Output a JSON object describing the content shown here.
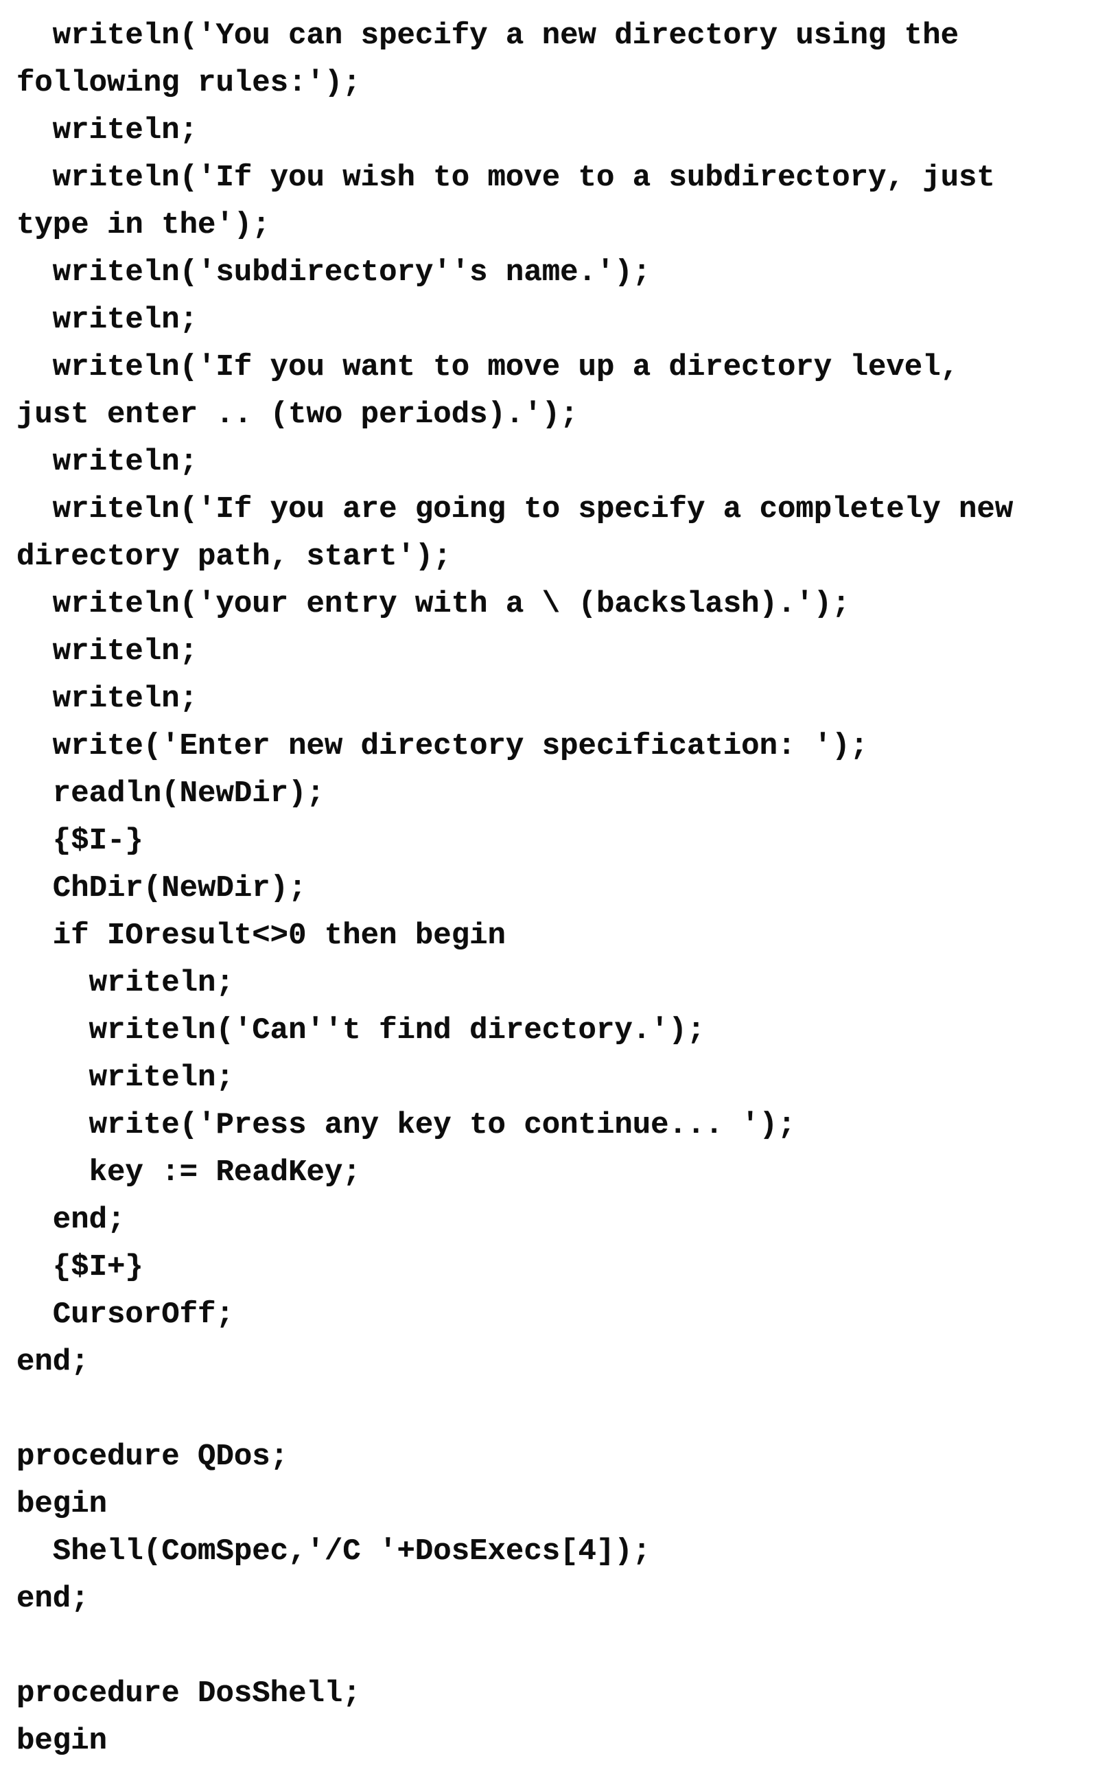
{
  "page": {
    "kind": "scanned-code-listing",
    "background_color": "#ffffff",
    "text_color": "#0d0d0d",
    "language": "pascal"
  },
  "code": {
    "lines": [
      "  writeln('You can specify a new directory using the",
      "following rules:');",
      "  writeln;",
      "  writeln('If you wish to move to a subdirectory, just",
      "type in the');",
      "  writeln('subdirectory''s name.');",
      "  writeln;",
      "  writeln('If you want to move up a directory level,",
      "just enter .. (two periods).');",
      "  writeln;",
      "  writeln('If you are going to specify a completely new",
      "directory path, start');",
      "  writeln('your entry with a \\ (backslash).');",
      "  writeln;",
      "  writeln;",
      "  write('Enter new directory specification: ');",
      "  readln(NewDir);",
      "  {$I-}",
      "  ChDir(NewDir);",
      "  if IOresult<>0 then begin",
      "    writeln;",
      "    writeln('Can''t find directory.');",
      "    writeln;",
      "    write('Press any key to continue... ');",
      "    key := ReadKey;",
      "  end;",
      "  {$I+}",
      "  CursorOff;",
      "end;",
      "",
      "procedure QDos;",
      "begin",
      "  Shell(ComSpec,'/C '+DosExecs[4]);",
      "end;",
      "",
      "procedure DosShell;",
      "begin"
    ]
  }
}
